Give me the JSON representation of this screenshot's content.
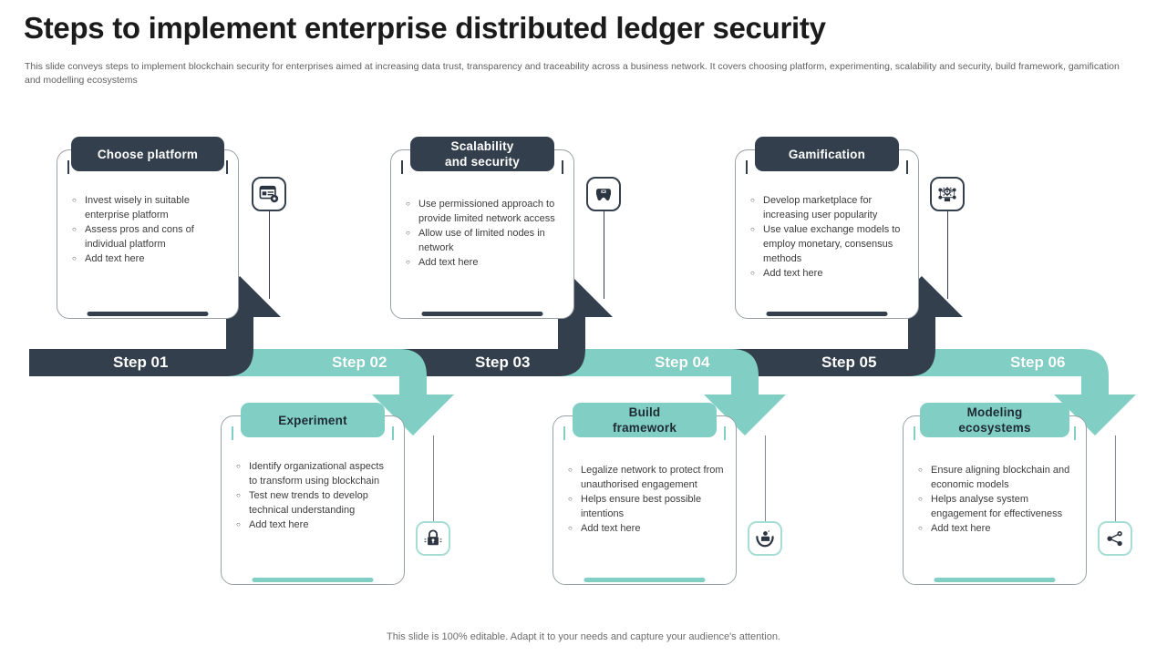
{
  "header": {
    "title": "Steps to implement enterprise distributed ledger security",
    "subtitle": "This slide conveys steps to implement blockchain security for enterprises aimed at increasing data trust, transparency and traceability across a business network. It covers choosing platform, experimenting, scalability and security, build framework, gamification and modelling ecosystems"
  },
  "colors": {
    "dark": "#333f4c",
    "teal": "#81cfc4",
    "teal_light": "#a6ded5",
    "text": "#3c3c3c",
    "white": "#ffffff"
  },
  "steps": [
    {
      "label": "Step 01",
      "theme": "dark"
    },
    {
      "label": "Step 02",
      "theme": "teal"
    },
    {
      "label": "Step 03",
      "theme": "dark"
    },
    {
      "label": "Step 04",
      "theme": "teal"
    },
    {
      "label": "Step 05",
      "theme": "dark"
    },
    {
      "label": "Step 06",
      "theme": "teal"
    }
  ],
  "cards": [
    {
      "title": "Choose platform",
      "theme": "dark",
      "position": "top",
      "icon": "browser-settings-icon",
      "bullets": [
        "Invest  wisely in suitable enterprise  platform",
        "Assess pros  and  cons of individual  platform",
        "Add text here"
      ]
    },
    {
      "title": "Experiment",
      "theme": "teal",
      "position": "bottom",
      "icon": "lock-icon",
      "bullets": [
        "Identify  organizational aspects to transform using blockchain",
        "Test new trends to develop technical understanding",
        "Add text here"
      ]
    },
    {
      "title": "Scalability and security",
      "title_line1": "Scalability",
      "title_line2": "and security",
      "theme": "dark",
      "position": "top",
      "icon": "gamepad-icon",
      "bullets": [
        "Use permissioned approach  to provide  limited network  access",
        "Allow use of limited nodes in network",
        "Add text here"
      ]
    },
    {
      "title": "Build framework",
      "title_line1": "Build",
      "title_line2": "framework",
      "theme": "teal",
      "position": "bottom",
      "icon": "hands-protect-icon",
      "bullets": [
        "Legalize network to protect from unauthorised  engagement",
        "Helps  ensure  best possible intentions",
        "Add text here"
      ]
    },
    {
      "title": "Gamification",
      "theme": "dark",
      "position": "top",
      "icon": "network-gear-icon",
      "bullets": [
        "Develop  marketplace for increasing  user  popularity",
        "Use value  exchange models to employ monetary, consensus methods",
        "Add text here"
      ]
    },
    {
      "title": "Modeling ecosystems",
      "title_line1": "Modeling",
      "title_line2": "ecosystems",
      "theme": "teal",
      "position": "bottom",
      "icon": "share-nodes-icon",
      "bullets": [
        "Ensure aligning blockchain and economic models",
        "Helps  analyse system engagement for effectiveness",
        "Add text here"
      ]
    }
  ],
  "footer": {
    "note": "This slide is 100% editable. Adapt it to your needs and capture your audience's attention."
  }
}
